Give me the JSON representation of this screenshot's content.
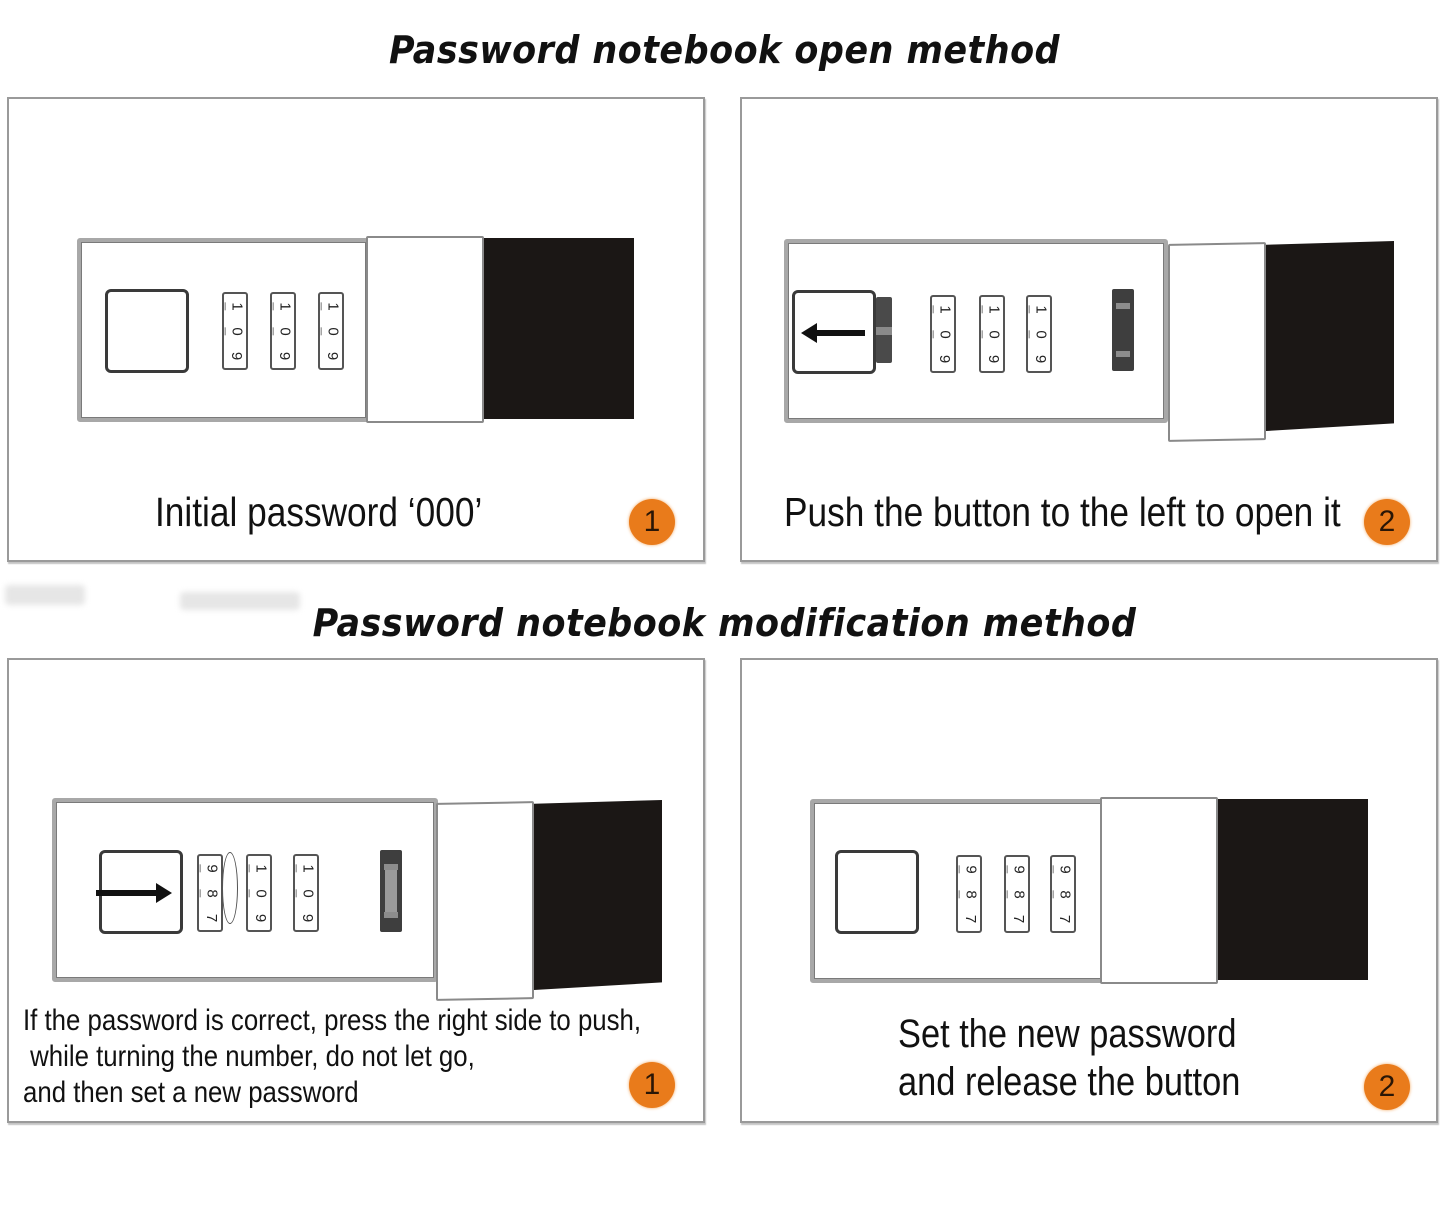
{
  "sections": {
    "open": {
      "title": "Password notebook open method",
      "steps": [
        {
          "caption": "Initial password ‘000’",
          "badge": "1",
          "dials": [
            [
              "1",
              "0",
              "9"
            ],
            [
              "1",
              "0",
              "9"
            ],
            [
              "1",
              "0",
              "9"
            ]
          ]
        },
        {
          "caption": "Push the button to the left to open it",
          "badge": "2",
          "dials": [
            [
              "1",
              "0",
              "9"
            ],
            [
              "1",
              "0",
              "9"
            ],
            [
              "1",
              "0",
              "9"
            ]
          ]
        }
      ]
    },
    "modification": {
      "title": "Password notebook modification method",
      "steps": [
        {
          "caption_lines": [
            "If the password is correct, press the right side to push,",
            " while turning the number, do not let go,",
            "and then set a new password"
          ],
          "badge": "1",
          "dials": [
            [
              "9",
              "8",
              "7"
            ],
            [
              "1",
              "0",
              "9"
            ],
            [
              "1",
              "0",
              "9"
            ]
          ]
        },
        {
          "caption_lines": [
            "Set the new password",
            "and release the button"
          ],
          "badge": "2",
          "dials": [
            [
              "9",
              "8",
              "7"
            ],
            [
              "9",
              "8",
              "7"
            ],
            [
              "9",
              "8",
              "7"
            ]
          ]
        }
      ]
    }
  },
  "colors": {
    "badge": "#e97b1b",
    "cover": "#1b1715",
    "border": "#9a9a9a"
  },
  "icons": {
    "push_left": "arrow-left-icon",
    "push_right": "arrow-right-icon",
    "rotate": "rotate-icon"
  }
}
